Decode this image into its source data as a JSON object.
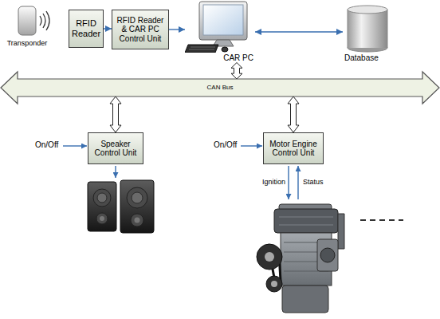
{
  "diagram": {
    "nodes": [
      {
        "text": [
          "Transponder"
        ]
      },
      {
        "text": [
          "RFID Reader"
        ]
      },
      {
        "text": [
          "RFID Reader & CAR PC Control Unit"
        ]
      },
      {
        "text": [
          "CAR PC"
        ]
      },
      {
        "text": [
          "Database"
        ]
      },
      {
        "text": [
          "CAN Bus"
        ]
      },
      {
        "text": [
          "Speaker Control Unit"
        ]
      },
      {
        "text": [
          "Motor Engine Control Unit"
        ]
      }
    ],
    "edges": [
      {
        "from": 1,
        "to": 2,
        "arrow": "to"
      },
      {
        "from": 2,
        "to": 3,
        "arrow": "to"
      },
      {
        "from": 3,
        "to": 4,
        "arrow": "both"
      },
      {
        "from": 3,
        "to": 5,
        "arrow": "both"
      },
      {
        "from": 5,
        "to": 6,
        "arrow": "both"
      },
      {
        "from": 5,
        "to": 7,
        "arrow": "both"
      }
    ],
    "labels": [
      "On/Off",
      "On/Off",
      "Ignition",
      "Status"
    ]
  }
}
